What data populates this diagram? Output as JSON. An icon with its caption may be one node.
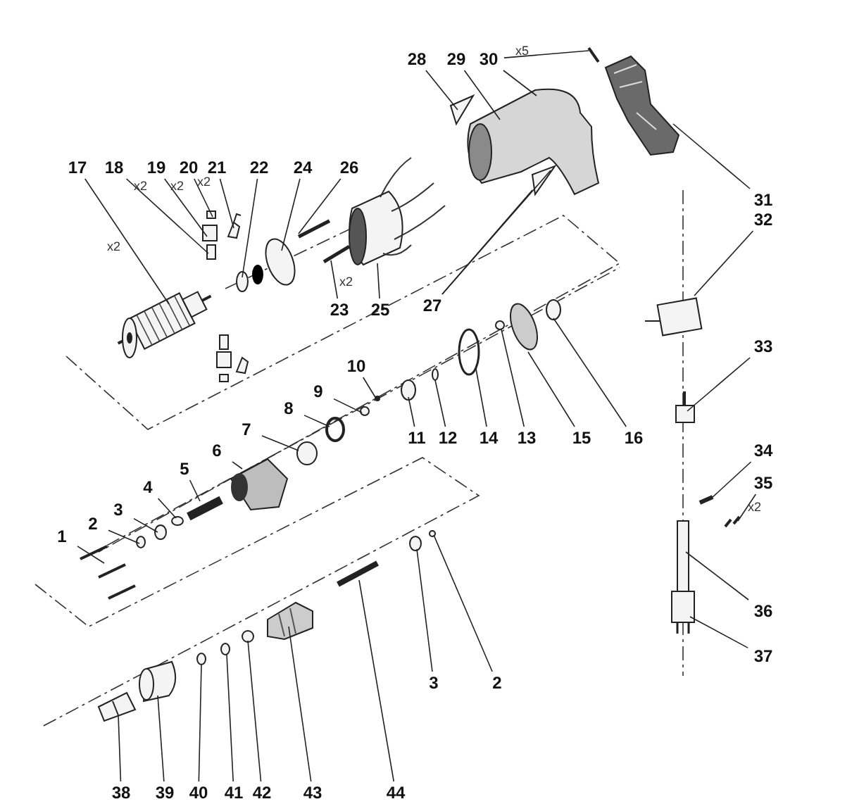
{
  "diagram": {
    "nodes": [
      {
        "text": [
          "1"
        ]
      },
      {
        "text": [
          "2"
        ]
      },
      {
        "text": [
          "3"
        ]
      },
      {
        "text": [
          "4"
        ]
      },
      {
        "text": [
          "5"
        ]
      },
      {
        "text": [
          "6"
        ]
      },
      {
        "text": [
          "7"
        ]
      },
      {
        "text": [
          "8"
        ]
      },
      {
        "text": [
          "9"
        ]
      },
      {
        "text": [
          "10"
        ]
      },
      {
        "text": [
          "11"
        ]
      },
      {
        "text": [
          "12"
        ]
      },
      {
        "text": [
          "13"
        ]
      },
      {
        "text": [
          "14"
        ]
      },
      {
        "text": [
          "15"
        ]
      },
      {
        "text": [
          "16"
        ]
      },
      {
        "text": [
          "17"
        ]
      },
      {
        "text": [
          "18"
        ]
      },
      {
        "text": [
          "19"
        ]
      },
      {
        "text": [
          "20"
        ]
      },
      {
        "text": [
          "21"
        ]
      },
      {
        "text": [
          "22"
        ]
      },
      {
        "text": [
          "23"
        ]
      },
      {
        "text": [
          "24"
        ]
      },
      {
        "text": [
          "25"
        ]
      },
      {
        "text": [
          "26"
        ]
      },
      {
        "text": [
          "27"
        ]
      },
      {
        "text": [
          "28"
        ]
      },
      {
        "text": [
          "29"
        ]
      },
      {
        "text": [
          "30"
        ]
      },
      {
        "text": [
          "31"
        ]
      },
      {
        "text": [
          "32"
        ]
      },
      {
        "text": [
          "33"
        ]
      },
      {
        "text": [
          "34"
        ]
      },
      {
        "text": [
          "35"
        ]
      },
      {
        "text": [
          "36"
        ]
      },
      {
        "text": [
          "37"
        ]
      },
      {
        "text": [
          "38"
        ]
      },
      {
        "text": [
          "39"
        ]
      },
      {
        "text": [
          "40"
        ]
      },
      {
        "text": [
          "41"
        ]
      },
      {
        "text": [
          "42"
        ]
      },
      {
        "text": [
          "43"
        ]
      },
      {
        "text": [
          "44"
        ]
      },
      {
        "text": [
          "3"
        ]
      },
      {
        "text": [
          "2"
        ]
      },
      {
        "text": [],
        "shape": "picture"
      },
      {
        "text": [],
        "shape": "circle"
      },
      {
        "text": [],
        "shape": "circle"
      },
      {
        "text": [],
        "shape": "circle"
      },
      {
        "text": [],
        "shape": "bar"
      },
      {
        "text": [],
        "shape": "picture"
      },
      {
        "text": [],
        "shape": "circle"
      },
      {
        "text": [],
        "shape": "circle"
      },
      {
        "text": [],
        "shape": "circle"
      },
      {
        "text": [],
        "shape": "circle"
      },
      {
        "text": [],
        "shape": "circle"
      },
      {
        "text": [],
        "shape": "circle"
      },
      {
        "text": [],
        "shape": "circle"
      },
      {
        "text": [],
        "shape": "circle"
      },
      {
        "text": [],
        "shape": "circle"
      },
      {
        "text": [],
        "shape": "circle"
      },
      {
        "text": [],
        "shape": "picture"
      },
      {
        "text": [],
        "shape": "box"
      },
      {
        "text": [],
        "shape": "box"
      },
      {
        "text": [],
        "shape": "box"
      },
      {
        "text": [],
        "shape": "picture"
      },
      {
        "text": [],
        "shape": "circle"
      },
      {
        "text": [],
        "shape": "bar"
      },
      {
        "text": [],
        "shape": "circle"
      },
      {
        "text": [],
        "shape": "picture"
      },
      {
        "text": [],
        "shape": "bar"
      },
      {
        "text": [],
        "shape": "triangle"
      },
      {
        "text": [],
        "shape": "triangle"
      },
      {
        "text": [],
        "shape": "picture"
      },
      {
        "text": [],
        "shape": "bar"
      },
      {
        "text": [],
        "shape": "picture"
      },
      {
        "text": [],
        "shape": "box"
      },
      {
        "text": [],
        "shape": "box"
      },
      {
        "text": [],
        "shape": "bar"
      },
      {
        "text": [],
        "shape": "bar"
      },
      {
        "text": [],
        "shape": "box"
      },
      {
        "text": [],
        "shape": "box"
      },
      {
        "text": [],
        "shape": "picture"
      },
      {
        "text": [],
        "shape": "picture"
      },
      {
        "text": [],
        "shape": "circle"
      },
      {
        "text": [],
        "shape": "circle"
      },
      {
        "text": [],
        "shape": "circle"
      },
      {
        "text": [],
        "shape": "picture"
      },
      {
        "text": [],
        "shape": "bar"
      },
      {
        "text": [],
        "shape": "circle"
      },
      {
        "text": [],
        "shape": "circle"
      }
    ],
    "edges": [
      {
        "from": 0,
        "to": 46,
        "arrow": "none"
      },
      {
        "from": 1,
        "to": 47,
        "arrow": "none"
      },
      {
        "from": 2,
        "to": 48,
        "arrow": "none"
      },
      {
        "from": 3,
        "to": 49,
        "arrow": "none"
      },
      {
        "from": 4,
        "to": 50,
        "arrow": "none"
      },
      {
        "from": 5,
        "to": 51,
        "arrow": "none"
      },
      {
        "from": 6,
        "to": 52,
        "arrow": "none"
      },
      {
        "from": 7,
        "to": 53,
        "arrow": "none"
      },
      {
        "from": 8,
        "to": 54,
        "arrow": "none"
      },
      {
        "from": 9,
        "to": 55,
        "arrow": "none"
      },
      {
        "from": 10,
        "to": 56,
        "arrow": "none"
      },
      {
        "from": 11,
        "to": 57,
        "arrow": "none"
      },
      {
        "from": 12,
        "to": 58,
        "arrow": "none"
      },
      {
        "from": 13,
        "to": 59,
        "arrow": "none"
      },
      {
        "from": 14,
        "to": 60,
        "arrow": "none"
      },
      {
        "from": 15,
        "to": 61,
        "arrow": "none"
      },
      {
        "from": 16,
        "to": 62,
        "arrow": "none"
      },
      {
        "from": 17,
        "to": 63,
        "arrow": "none"
      },
      {
        "from": 18,
        "to": 64,
        "arrow": "none"
      },
      {
        "from": 19,
        "to": 65,
        "arrow": "none"
      },
      {
        "from": 20,
        "to": 66,
        "arrow": "none"
      },
      {
        "from": 21,
        "to": 67,
        "arrow": "none"
      },
      {
        "from": 22,
        "to": 68,
        "arrow": "none"
      },
      {
        "from": 23,
        "to": 69,
        "arrow": "none"
      },
      {
        "from": 24,
        "to": 70,
        "arrow": "none"
      },
      {
        "from": 25,
        "to": 71,
        "arrow": "none"
      },
      {
        "from": 26,
        "to": 72,
        "arrow": "none"
      },
      {
        "from": 26,
        "to": 72,
        "arrow": "none"
      },
      {
        "from": 27,
        "to": 73,
        "arrow": "none"
      },
      {
        "from": 28,
        "to": 74,
        "arrow": "none"
      },
      {
        "from": 29,
        "to": 75,
        "arrow": "none"
      },
      {
        "from": 29,
        "to": 74,
        "arrow": "none"
      },
      {
        "from": 30,
        "to": 76,
        "arrow": "none"
      },
      {
        "from": 31,
        "to": 77,
        "arrow": "none"
      },
      {
        "from": 32,
        "to": 78,
        "arrow": "none"
      },
      {
        "from": 33,
        "to": 79,
        "arrow": "none"
      },
      {
        "from": 34,
        "to": 80,
        "arrow": "none"
      },
      {
        "from": 35,
        "to": 81,
        "arrow": "none"
      },
      {
        "from": 36,
        "to": 82,
        "arrow": "none"
      },
      {
        "from": 37,
        "to": 83,
        "arrow": "none"
      },
      {
        "from": 38,
        "to": 84,
        "arrow": "none"
      },
      {
        "from": 39,
        "to": 85,
        "arrow": "none"
      },
      {
        "from": 40,
        "to": 86,
        "arrow": "none"
      },
      {
        "from": 41,
        "to": 87,
        "arrow": "none"
      },
      {
        "from": 42,
        "to": 88,
        "arrow": "none"
      },
      {
        "from": 43,
        "to": 89,
        "arrow": "none"
      },
      {
        "from": 44,
        "to": 90,
        "arrow": "none"
      },
      {
        "from": 45,
        "to": 91,
        "arrow": "none"
      }
    ],
    "labels": [
      "x5",
      "x2",
      "x2",
      "x2",
      "x2",
      "x2",
      "x2"
    ]
  }
}
